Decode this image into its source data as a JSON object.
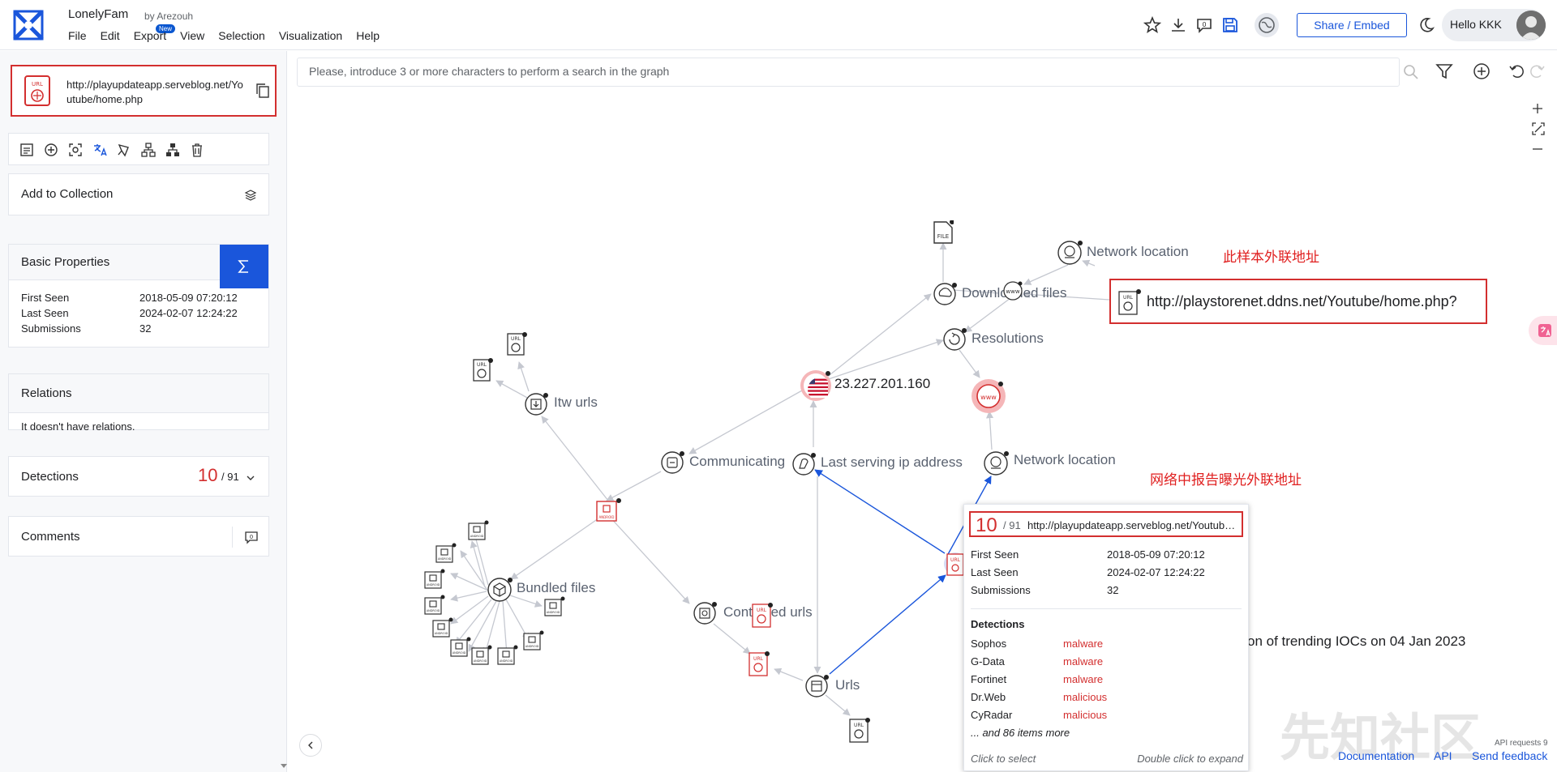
{
  "app": {
    "title": "LonelyFam",
    "by": "by Arezouh",
    "new_badge": "New",
    "menu": [
      "File",
      "Edit",
      "Export",
      "View",
      "Selection",
      "Visualization",
      "Help"
    ],
    "share_label": "Share / Embed",
    "greeting": "Hello KKK",
    "accent": "#1a56db",
    "danger": "#d32f2f"
  },
  "sidebar": {
    "selected_url": "http://playupdateapp.serveblog.net/Youtube/home.php",
    "add_collection": "Add to Collection",
    "basic_props": {
      "title": "Basic Properties",
      "rows": [
        {
          "label": "First Seen",
          "value": "2018-05-09 07:20:12"
        },
        {
          "label": "Last Seen",
          "value": "2024-02-07 12:24:22"
        },
        {
          "label": "Submissions",
          "value": "32"
        }
      ]
    },
    "relations": {
      "title": "Relations",
      "empty": "It doesn't have relations."
    },
    "detections": {
      "title": "Detections",
      "score": "10",
      "total": "/ 91"
    },
    "comments": {
      "title": "Comments",
      "count": "0"
    }
  },
  "search": {
    "placeholder": "Please, introduce 3 or more characters to perform a search in the graph"
  },
  "graph": {
    "labels": {
      "network_location_top": "Network location",
      "downloaded_files": "Downloaded files",
      "resolutions": "Resolutions",
      "ip": "23.227.201.160",
      "itw_urls": "Itw urls",
      "communicating": "Communicating",
      "last_serving": "Last serving ip address",
      "network_location_mid": "Network location",
      "bundled_files": "Bundled files",
      "contacted_urls": "Contacted urls",
      "urls": "Urls",
      "file_icon": "FILE",
      "url_icon": "URL",
      "android_icon": "ANDROID",
      "www_icon": "www"
    },
    "right_url": "http://playstorenet.ddns.net/Youtube/home.php?",
    "annot_1": "此样本外联地址",
    "annot_2": "网络中报告曝光外联地址",
    "trend_text": "on of trending IOCs on 04 Jan 2023"
  },
  "tooltip": {
    "score": "10",
    "total": "/ 91",
    "url": "http://playupdateapp.serveblog.net/Youtube/home.php",
    "rows": [
      {
        "label": "First Seen",
        "value": "2018-05-09 07:20:12"
      },
      {
        "label": "Last Seen",
        "value": "2024-02-07 12:24:22"
      },
      {
        "label": "Submissions",
        "value": "32"
      }
    ],
    "detections_title": "Detections",
    "detections": [
      {
        "engine": "Sophos",
        "result": "malware"
      },
      {
        "engine": "G-Data",
        "result": "malware"
      },
      {
        "engine": "Fortinet",
        "result": "malware"
      },
      {
        "engine": "Dr.Web",
        "result": "malicious"
      },
      {
        "engine": "CyRadar",
        "result": "malicious"
      }
    ],
    "more": "... and 86 items more",
    "click_hint": "Click to select",
    "dbl_hint": "Double click to expand"
  },
  "footer": {
    "api_requests": "API requests 9",
    "documentation": "Documentation",
    "api": "API",
    "feedback": "Send feedback"
  },
  "watermark": "先知社区"
}
